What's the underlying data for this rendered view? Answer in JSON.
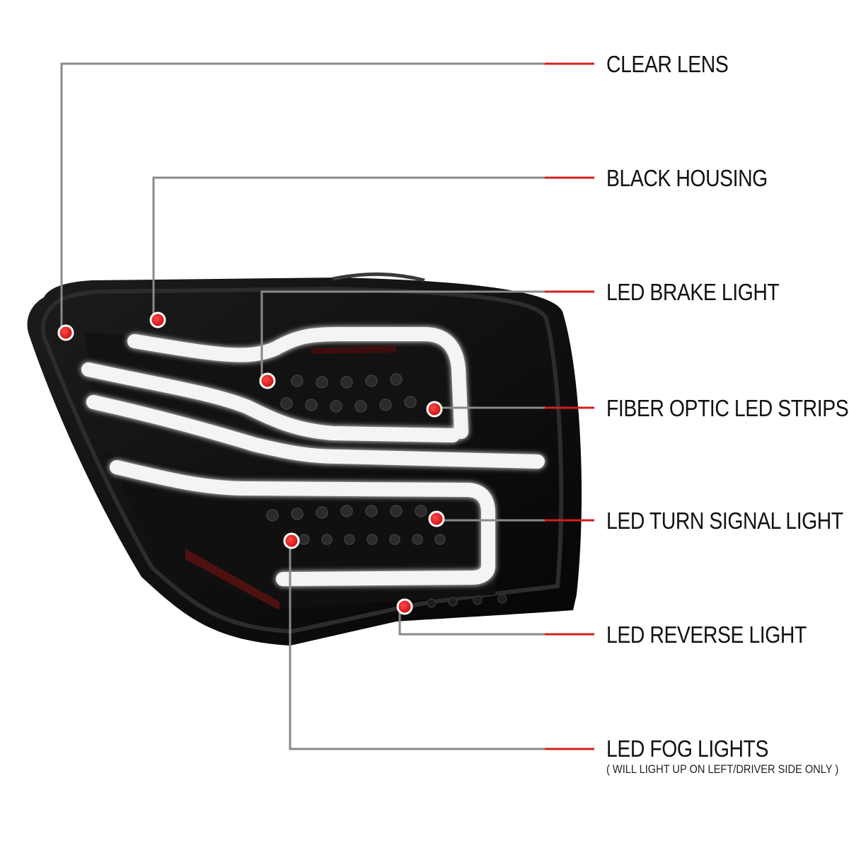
{
  "colors": {
    "accent": "#d21f1f",
    "leader_gray": "#8a8a8a",
    "housing": "#0b0b0b",
    "led_strip": "#f4f4f4"
  },
  "callouts": [
    {
      "id": "clear-lens",
      "label": "CLEAR LENS"
    },
    {
      "id": "black-housing",
      "label": "BLACK HOUSING"
    },
    {
      "id": "led-brake-light",
      "label": "LED BRAKE LIGHT"
    },
    {
      "id": "fiber-optic-led-strips",
      "label": "FIBER OPTIC LED STRIPS"
    },
    {
      "id": "led-turn-signal-light",
      "label": "LED TURN SIGNAL LIGHT"
    },
    {
      "id": "led-reverse-light",
      "label": "LED REVERSE LIGHT"
    },
    {
      "id": "led-fog-lights",
      "label": "LED FOG LIGHTS",
      "note": "( WILL LIGHT UP ON LEFT/DRIVER SIDE ONLY )"
    }
  ]
}
